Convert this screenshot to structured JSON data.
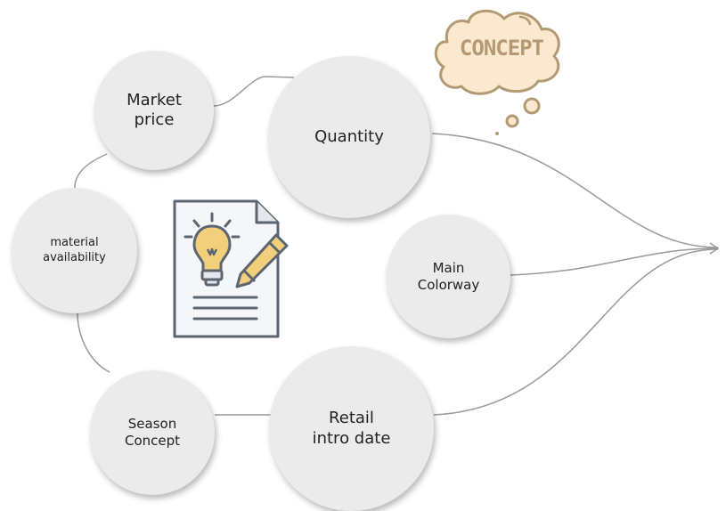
{
  "nodes": {
    "market_price": "Market\nprice",
    "quantity": "Quantity",
    "material_availability": "material\navailability",
    "main_colorway": "Main\nColorway",
    "season_concept": "Season\nConcept",
    "retail_intro_date": "Retail\nintro date"
  },
  "thought_bubble": {
    "label": "CONCEPT"
  },
  "colors": {
    "node_fill": "#ebebeb",
    "connector": "#9a9a9a",
    "cloud_fill": "#fbe9cf",
    "cloud_stroke": "#b39a74",
    "icon_outline": "#5c6570",
    "icon_fill": "#f4f6f8",
    "bulb_yellow": "#f2cf7a"
  },
  "icons": [
    "document-lightbulb-icon",
    "pencil-icon",
    "thought-bubble-icon"
  ]
}
